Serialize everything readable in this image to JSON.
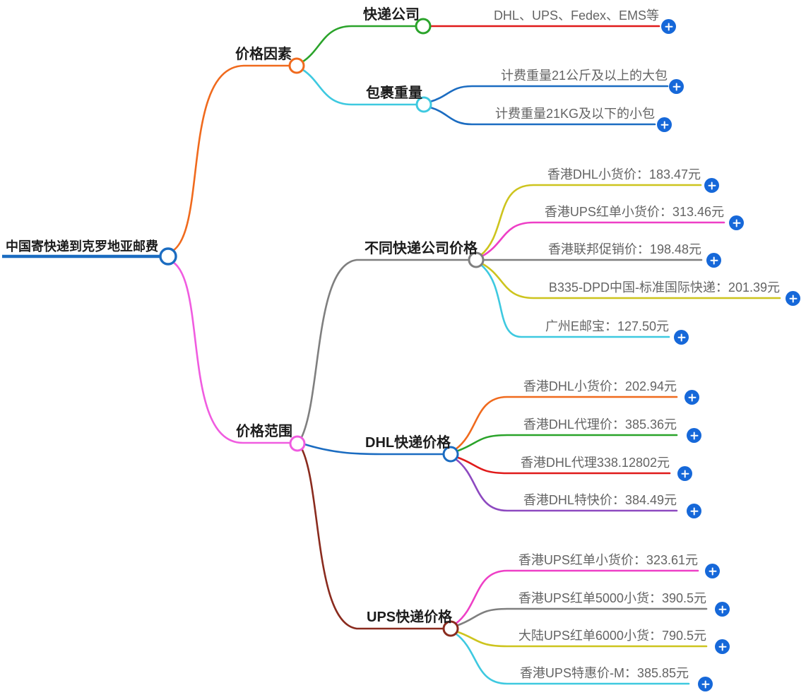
{
  "palette": {
    "blue": "#1b6cc1",
    "orange": "#f06a1d",
    "green": "#2aa32a",
    "red": "#e01a1a",
    "cyan": "#3ec9e0",
    "pink": "#f05ce0",
    "magenta": "#ee3fc6",
    "yellow": "#cdc41e",
    "gray": "#7f7f7f",
    "purple": "#8d49c0",
    "dark_red": "#8a2b1e",
    "plus_button": "#1668d9",
    "node_text": "#1c1c1c",
    "leaf_text": "#646464"
  },
  "icons": {
    "add_node": "plus-in-blue-circle"
  },
  "root": {
    "label": "中国寄快递到克罗地亚邮费",
    "color": "#1b6cc1",
    "children": [
      {
        "label": "价格因素",
        "color": "#f06a1d",
        "children": [
          {
            "label": "快递公司",
            "color": "#2aa32a",
            "children": [
              {
                "label": "DHL、UPS、Fedex、EMS等",
                "color": "#e01a1a"
              }
            ]
          },
          {
            "label": "包裹重量",
            "color": "#3ec9e0",
            "children": [
              {
                "label": "计费重量21公斤及以上的大包",
                "color": "#1b6cc1"
              },
              {
                "label": "计费重量21KG及以下的小包",
                "color": "#1b6cc1"
              }
            ]
          }
        ]
      },
      {
        "label": "价格范围",
        "color": "#f05ce0",
        "children": [
          {
            "label": "不同快递公司价格",
            "color": "#7f7f7f",
            "children": [
              {
                "label": "香港DHL小货价：183.47元",
                "color": "#cdc41e"
              },
              {
                "label": "香港UPS红单小货价：313.46元",
                "color": "#ee3fc6"
              },
              {
                "label": "香港联邦促销价：198.48元",
                "color": "#7f7f7f"
              },
              {
                "label": "B335-DPD中国-标准国际快递：201.39元",
                "color": "#cdc41e"
              },
              {
                "label": "广州E邮宝：127.50元",
                "color": "#3ec9e0"
              }
            ]
          },
          {
            "label": "DHL快递价格",
            "color": "#1b6cc1",
            "children": [
              {
                "label": "香港DHL小货价：202.94元",
                "color": "#f06a1d"
              },
              {
                "label": "香港DHL代理价：385.36元",
                "color": "#2aa32a"
              },
              {
                "label": "香港DHL代理338.12802元",
                "color": "#e01a1a"
              },
              {
                "label": "香港DHL特快价：384.49元",
                "color": "#8d49c0"
              }
            ]
          },
          {
            "label": "UPS快递价格",
            "color": "#8a2b1e",
            "children": [
              {
                "label": "香港UPS红单小货价：323.61元",
                "color": "#ee3fc6"
              },
              {
                "label": "香港UPS红单5000小货：390.5元",
                "color": "#7f7f7f"
              },
              {
                "label": "大陆UPS红单6000小货：790.5元",
                "color": "#cdc41e"
              },
              {
                "label": "香港UPS特惠价-M：385.85元",
                "color": "#3ec9e0"
              }
            ]
          }
        ]
      }
    ]
  }
}
